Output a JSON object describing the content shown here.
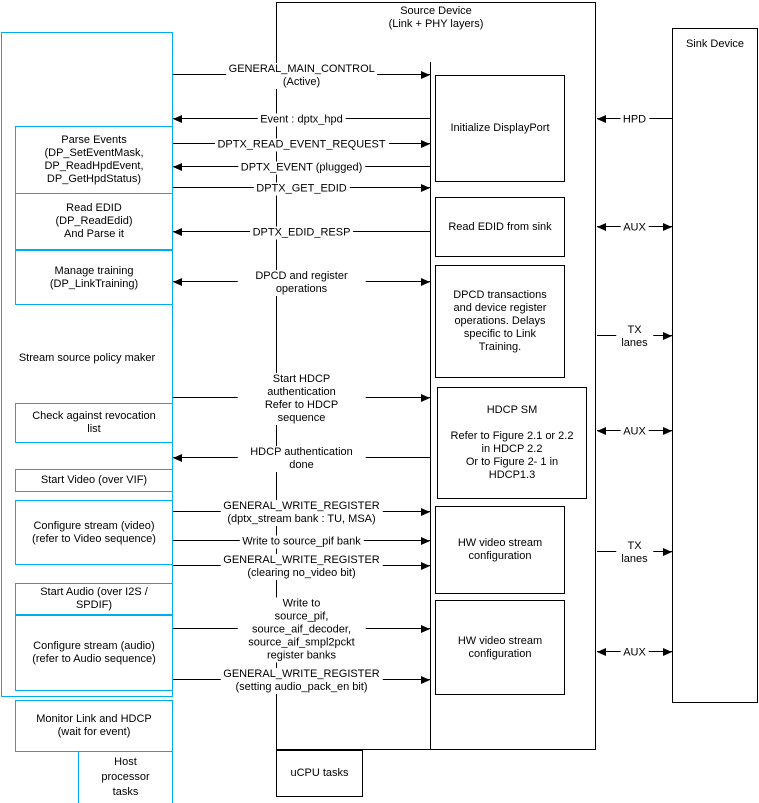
{
  "colors": {
    "accent_cyan": "#00AEEF",
    "line_black": "#000000"
  },
  "source_device": {
    "title": "Source Device",
    "subtitle": "(Link + PHY layers)",
    "ucpu_label": "uCPU tasks",
    "inner_boxes": [
      {
        "label": "Initialize DisplayPort"
      },
      {
        "label": "Read EDID from sink"
      },
      {
        "label": "DPCD transactions\nand device register\noperations. Delays\nspecific to Link\nTraining."
      },
      {
        "label": "HDCP SM\n\nRefer to Figure 2.1 or 2.2\nin HDCP 2.2\nOr to Figure 2- 1 in\nHDCP1.3"
      },
      {
        "label": "HW video stream\nconfiguration"
      },
      {
        "label": "HW video stream\nconfiguration"
      }
    ]
  },
  "sink_device": {
    "title": "Sink Device"
  },
  "left_panel": {
    "policy_maker_label": "Stream source policy maker",
    "host_tasks_label": "Host\nprocessor\ntasks",
    "boxes": [
      {
        "label": "Parse Events\n(DP_SetEventMask,\nDP_ReadHpdEvent,\nDP_GetHpdStatus)"
      },
      {
        "label": "Read EDID\n(DP_ReadEdid)\nAnd Parse it"
      },
      {
        "label": "Manage training\n(DP_LinkTraining)"
      },
      {
        "label": "Check against revocation\nlist"
      },
      {
        "label": "Start Video (over VIF)"
      },
      {
        "label": "Configure stream (video)\n(refer to Video sequence)"
      },
      {
        "label": "Start Audio (over I2S /\nSPDIF)"
      },
      {
        "label": "Configure stream (audio)\n(refer to Audio sequence)"
      },
      {
        "label": "Monitor Link and HDCP\n(wait for event)"
      }
    ]
  },
  "messages": [
    {
      "label": "GENERAL_MAIN_CONTROL (Active)",
      "direction": "right"
    },
    {
      "label": "Event : dptx_hpd",
      "direction": "left"
    },
    {
      "label": "DPTX_READ_EVENT_REQUEST",
      "direction": "right"
    },
    {
      "label": "DPTX_EVENT (plugged)",
      "direction": "left"
    },
    {
      "label": "DPTX_GET_EDID",
      "direction": "right"
    },
    {
      "label": "DPTX_EDID_RESP",
      "direction": "left"
    },
    {
      "label": "DPCD and register operations",
      "direction": "both"
    },
    {
      "label": "Start HDCP authentication\nRefer to HDCP sequence",
      "direction": "right"
    },
    {
      "label": "HDCP authentication done",
      "direction": "left"
    },
    {
      "label": "GENERAL_WRITE_REGISTER\n(dptx_stream bank : TU, MSA)",
      "direction": "right"
    },
    {
      "label": "Write to source_pif bank",
      "direction": "right"
    },
    {
      "label": "GENERAL_WRITE_REGISTER\n(clearing no_video bit)",
      "direction": "right"
    },
    {
      "label": "Write to\nsource_pif, source_aif_decoder,\nsource_aif_smpl2pckt\nregister banks",
      "direction": "right"
    },
    {
      "label": "GENERAL_WRITE_REGISTER\n(setting audio_pack_en bit)",
      "direction": "right"
    }
  ],
  "bus_signals": [
    {
      "label": "HPD",
      "direction": "left"
    },
    {
      "label": "AUX",
      "direction": "both"
    },
    {
      "label": "TX lanes",
      "direction": "right"
    },
    {
      "label": "AUX",
      "direction": "both"
    },
    {
      "label": "TX lanes",
      "direction": "right"
    },
    {
      "label": "AUX",
      "direction": "both"
    }
  ]
}
